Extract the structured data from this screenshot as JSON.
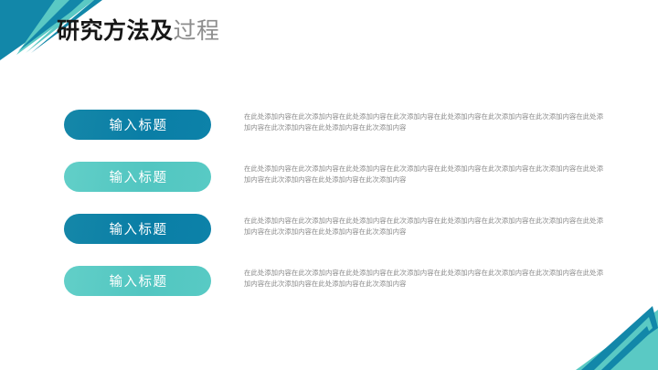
{
  "slide": {
    "title_strong": "研究方法及",
    "title_light": "过程",
    "background": "#ffffff"
  },
  "theme": {
    "dark_teal": "#0a7ea6",
    "light_teal": "#52c6c1",
    "deco_dark": "#1287a9",
    "deco_light": "#5ac9c4",
    "title_strong_color": "#171717",
    "title_light_color": "#8e8e8e",
    "body_text_color": "#8a8a8a"
  },
  "rows": [
    {
      "button_label": "输入标题",
      "style": "dark",
      "body": "在此处添加内容在此次添加内容在此处添加内容在此次添加内容在此处添加内容在此次添加内容在此次添加内容在此处添加内容在此次添加内容在此处添加内容在此次添加内容"
    },
    {
      "button_label": "输入标题",
      "style": "light",
      "body": "在此处添加内容在此次添加内容在此处添加内容在此次添加内容在此处添加内容在此次添加内容在此次添加内容在此处添加内容在此次添加内容在此处添加内容在此次添加内容"
    },
    {
      "button_label": "输入标题",
      "style": "dark",
      "body": "在此处添加内容在此次添加内容在此处添加内容在此次添加内容在此处添加内容在此次添加内容在此次添加内容在此处添加内容在此次添加内容在此处添加内容在此次添加内容"
    },
    {
      "button_label": "输入标题",
      "style": "light",
      "body": "在此处添加内容在此次添加内容在此处添加内容在此次添加内容在此处添加内容在此次添加内容在此次添加内容在此处添加内容在此次添加内容在此处添加内容在此次添加内容"
    }
  ]
}
